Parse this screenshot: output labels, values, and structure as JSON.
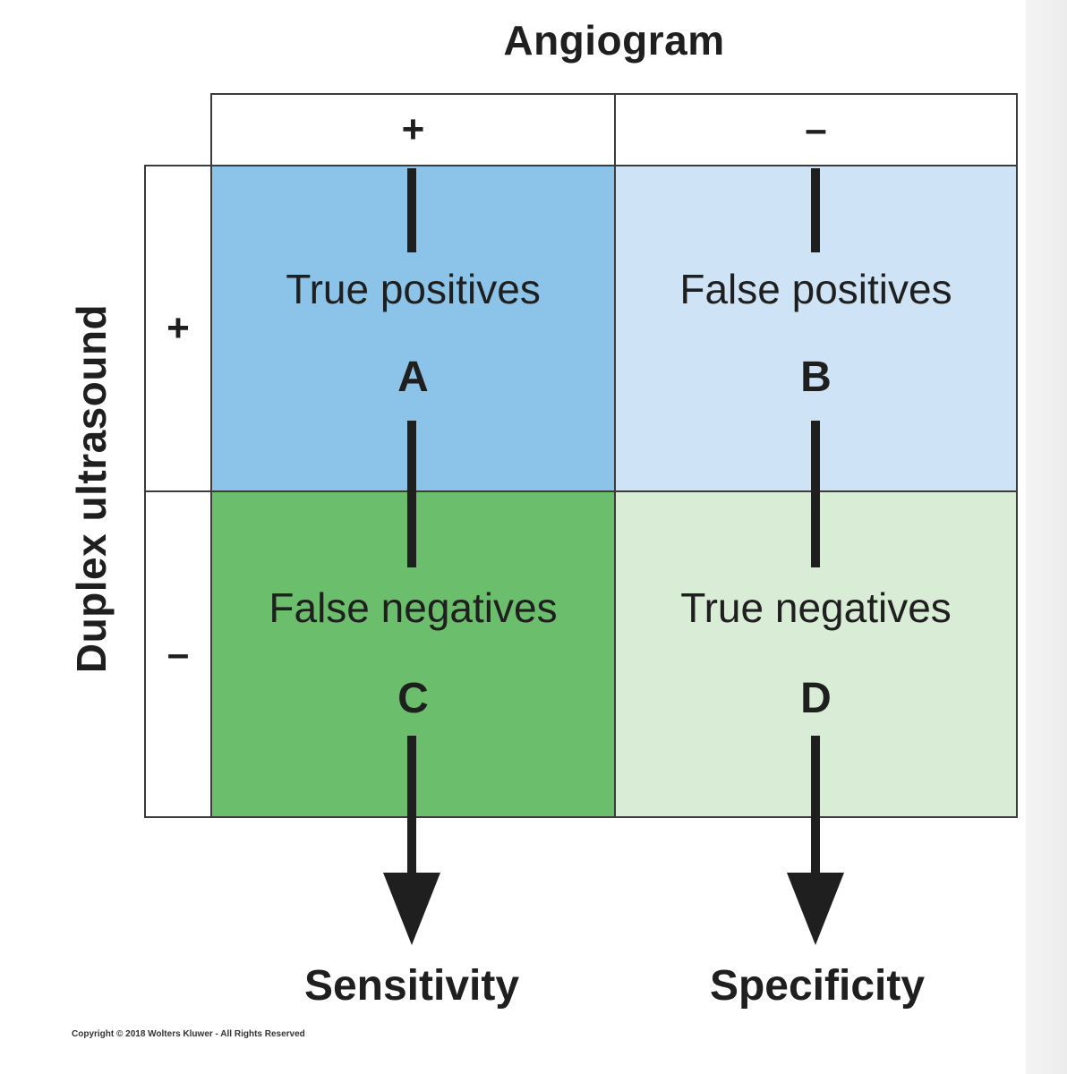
{
  "column_axis_title": "Angiogram",
  "row_axis_title": "Duplex ultrasound",
  "column_headers": [
    "+",
    "–"
  ],
  "row_headers": [
    "+",
    "–"
  ],
  "cells": [
    {
      "title": "True positives",
      "letter": "A",
      "color": "#8cc3e8"
    },
    {
      "title": "False positives",
      "letter": "B",
      "color": "#cfe3f6"
    },
    {
      "title": "False negatives",
      "letter": "C",
      "color": "#6bbe6b"
    },
    {
      "title": "True negatives",
      "letter": "D",
      "color": "#d9ecd6"
    }
  ],
  "arrow_labels": [
    "Sensitivity",
    "Specificity"
  ],
  "copyright": "Copyright © 2018 Wolters Kluwer - All Rights Reserved"
}
